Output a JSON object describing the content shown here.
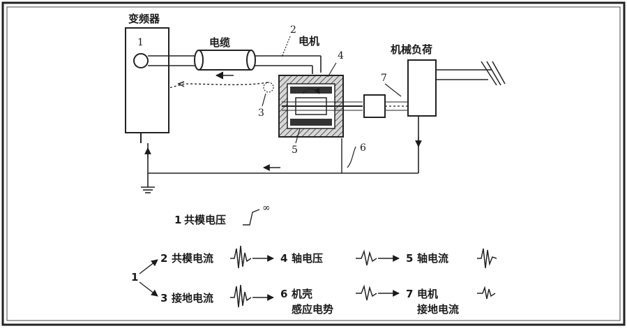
{
  "diagram": {
    "components": {
      "inverter": "变频器",
      "cable": "电缆",
      "motor": "电机",
      "load": "机械负荷"
    },
    "markers": [
      "1",
      "2",
      "3",
      "4",
      "5",
      "6",
      "7"
    ],
    "legend": {
      "source_number": "1",
      "item1": {
        "num": "1",
        "label": "共模电压",
        "symbol": "∞"
      },
      "row2": [
        {
          "num": "2",
          "label": "共模电流"
        },
        {
          "num": "4",
          "label": "轴电压"
        },
        {
          "num": "5",
          "label": "轴电流"
        }
      ],
      "row3": [
        {
          "num": "3",
          "label": "接地电流"
        },
        {
          "num": "6",
          "label": "机壳",
          "label2": "感应电势"
        },
        {
          "num": "7",
          "label": "电机",
          "label2": "接地电流"
        }
      ]
    }
  }
}
